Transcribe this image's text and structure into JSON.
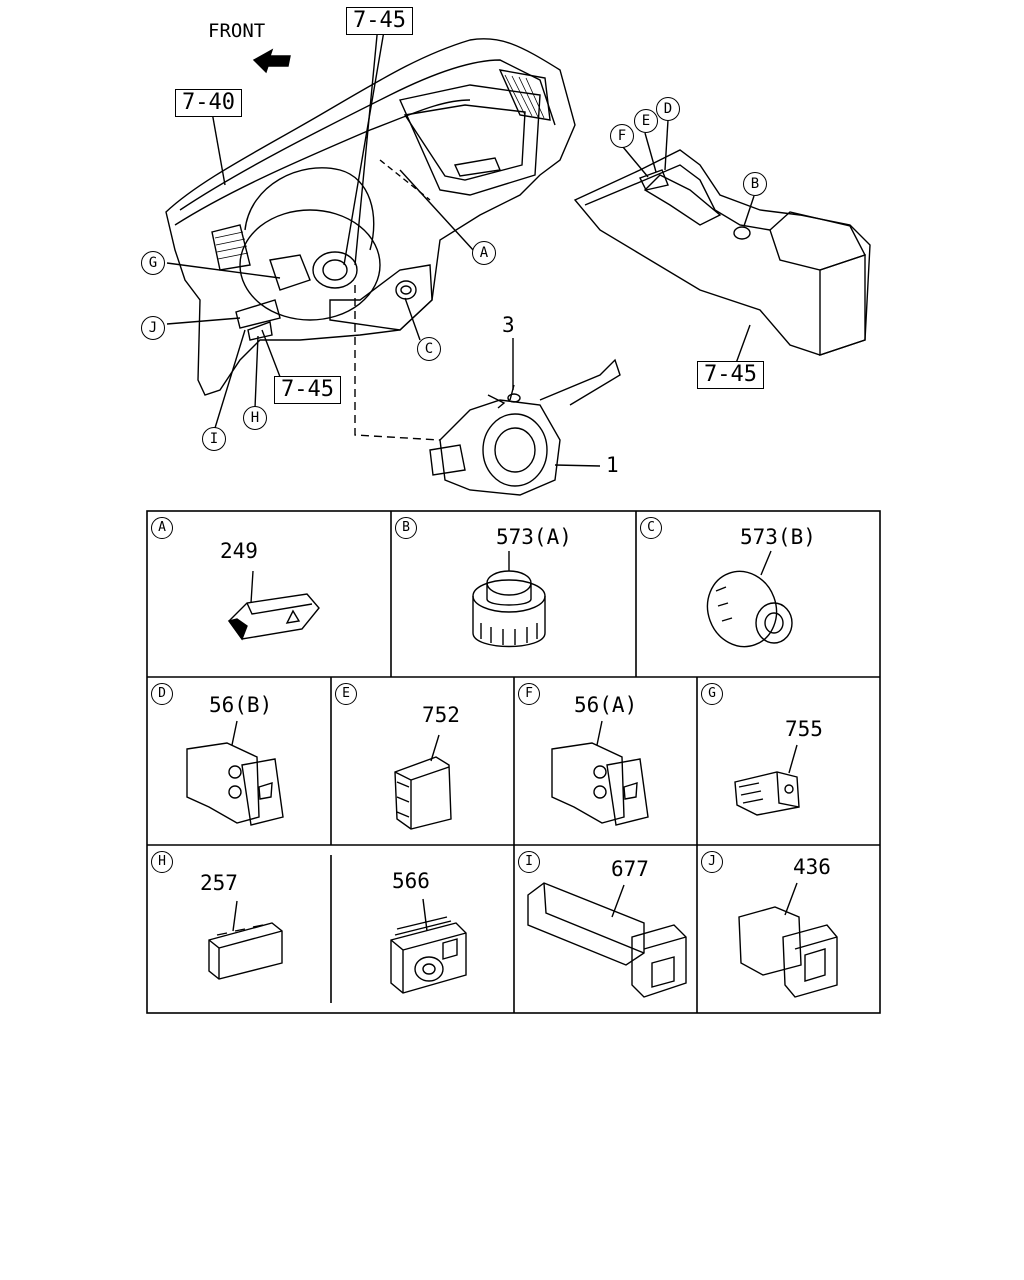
{
  "header": {
    "front_label": "FRONT"
  },
  "overview": {
    "ref_boxes": [
      "7-45",
      "7-40",
      "7-45",
      "7-45"
    ],
    "callouts": [
      "A",
      "B",
      "C",
      "D",
      "E",
      "F",
      "G",
      "H",
      "I",
      "J"
    ],
    "part_numbers": [
      "3",
      "1"
    ]
  },
  "detail_table": {
    "cells": [
      {
        "letter": "A",
        "part": "249"
      },
      {
        "letter": "B",
        "part": "573(A)"
      },
      {
        "letter": "C",
        "part": "573(B)"
      },
      {
        "letter": "D",
        "part": "56(B)"
      },
      {
        "letter": "E",
        "part": "752"
      },
      {
        "letter": "F",
        "part": "56(A)"
      },
      {
        "letter": "G",
        "part": "755"
      },
      {
        "letter": "H",
        "part": "257"
      },
      {
        "letter": "",
        "part": "566"
      },
      {
        "letter": "I",
        "part": "677"
      },
      {
        "letter": "J",
        "part": "436"
      }
    ]
  }
}
